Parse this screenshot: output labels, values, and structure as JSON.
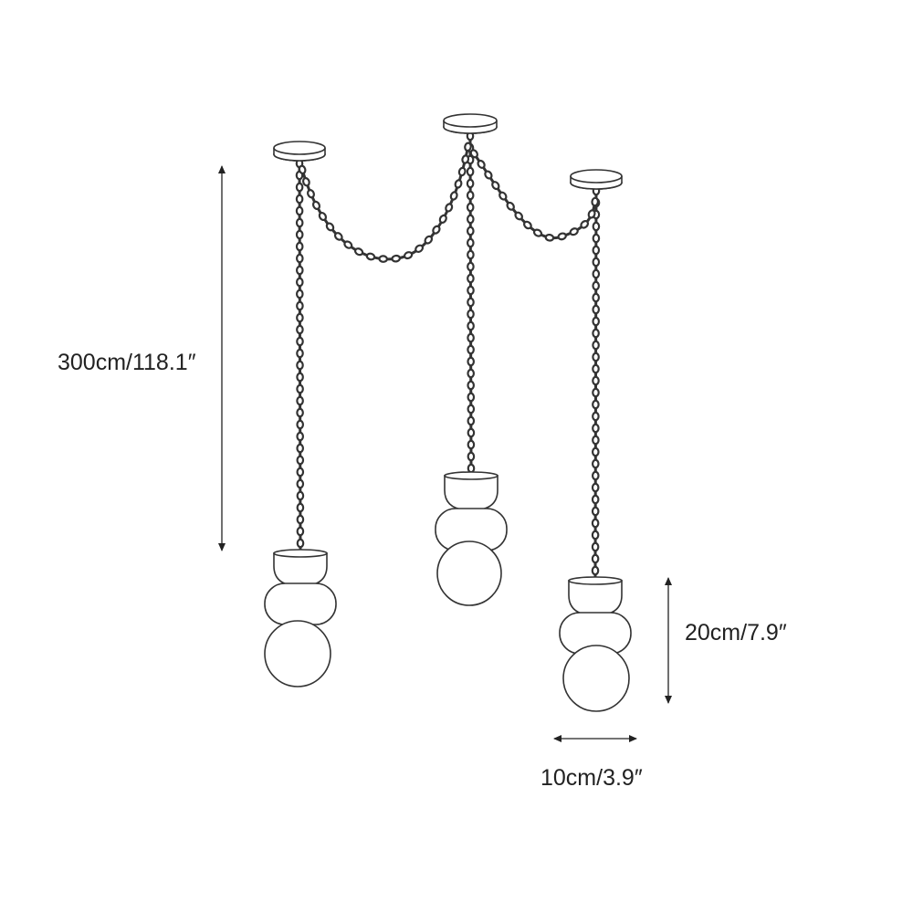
{
  "dimensions": {
    "height_total": "300cm/118.1″",
    "pendant_height": "20cm/7.9″",
    "pendant_width": "10cm/3.9″"
  },
  "colors": {
    "line": "#333333",
    "background": "#ffffff"
  }
}
